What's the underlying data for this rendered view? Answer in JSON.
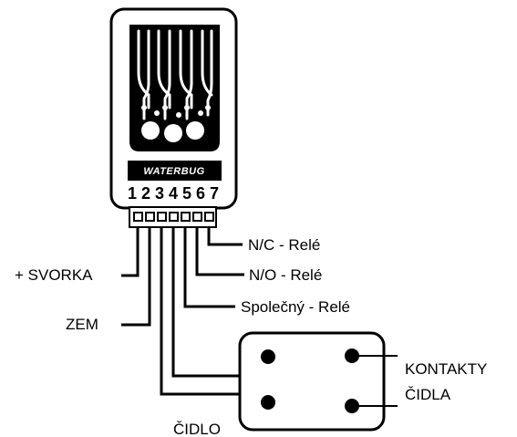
{
  "device": {
    "brand": "WATERBUG",
    "terminal_numbers": "1 2 3 4 5 6 7"
  },
  "labels": {
    "nc_relay": "N/C - Relé",
    "no_relay": "N/O - Relé",
    "common_relay": "Společný - Relé",
    "plus_terminal": "+ SVORKA",
    "ground": "ZEM",
    "sensor_contacts_line1": "KONTAKTY",
    "sensor_contacts_line2": "ČIDLA",
    "sensor": "ČIDLO"
  },
  "colors": {
    "ink": "#000000",
    "paper": "#ffffff"
  }
}
